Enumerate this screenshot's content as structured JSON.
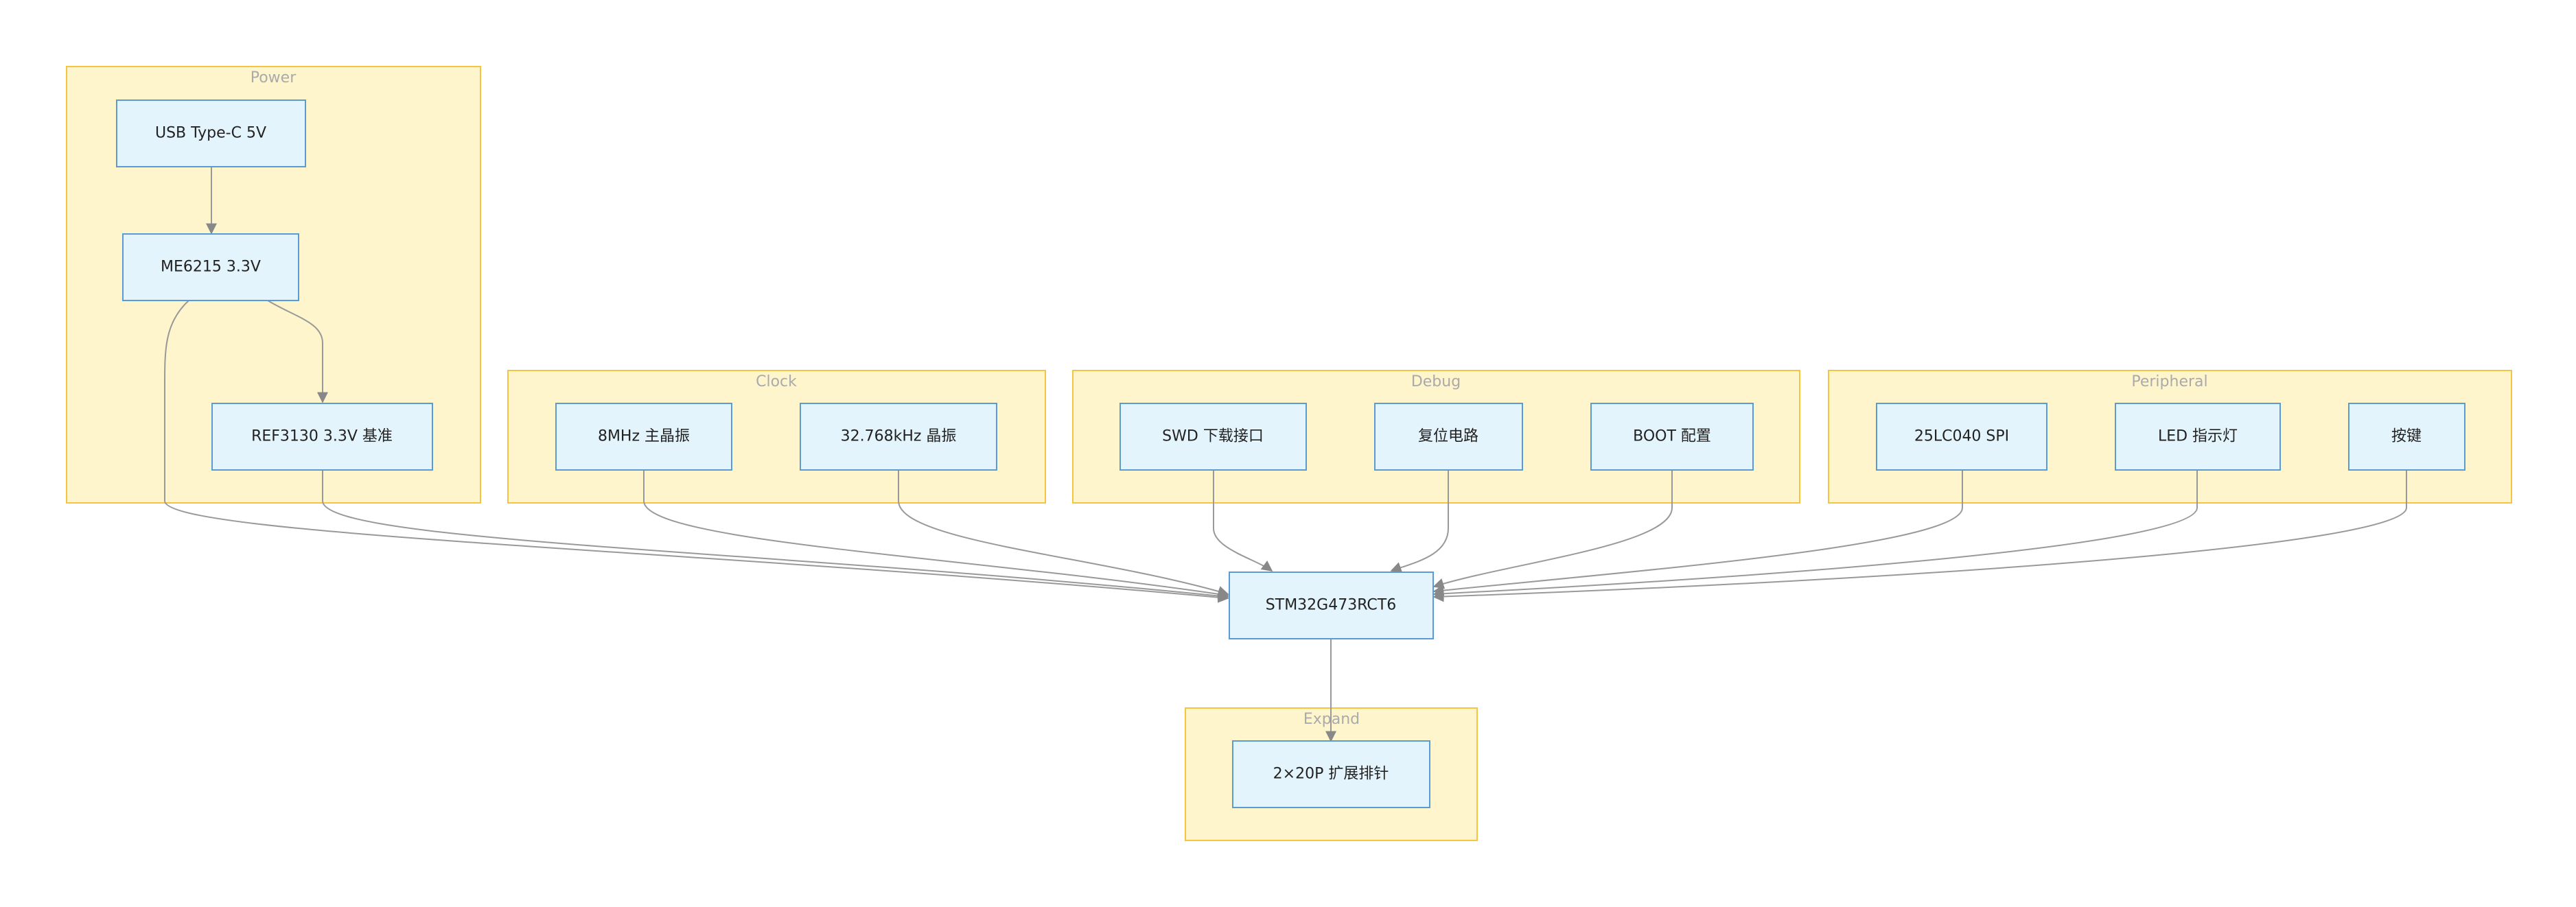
{
  "diagram": {
    "clusters": [
      {
        "id": "power",
        "label": "Power"
      },
      {
        "id": "clock",
        "label": "Clock"
      },
      {
        "id": "debug",
        "label": "Debug"
      },
      {
        "id": "peripheral",
        "label": "Peripheral"
      },
      {
        "id": "expand",
        "label": "Expand"
      }
    ],
    "nodes": [
      {
        "id": "usb",
        "cluster": "power",
        "label": "USB Type-C 5V"
      },
      {
        "id": "ldo",
        "cluster": "power",
        "label": "ME6215 3.3V"
      },
      {
        "id": "ref",
        "cluster": "power",
        "label": "REF3130 3.3V 基准"
      },
      {
        "id": "hse",
        "cluster": "clock",
        "label": "8MHz 主晶振"
      },
      {
        "id": "lse",
        "cluster": "clock",
        "label": "32.768kHz 晶振"
      },
      {
        "id": "swd",
        "cluster": "debug",
        "label": "SWD 下载接口"
      },
      {
        "id": "rst",
        "cluster": "debug",
        "label": "复位电路"
      },
      {
        "id": "boot",
        "cluster": "debug",
        "label": "BOOT 配置"
      },
      {
        "id": "eep",
        "cluster": "peripheral",
        "label": "25LC040 SPI"
      },
      {
        "id": "led",
        "cluster": "peripheral",
        "label": "LED 指示灯"
      },
      {
        "id": "key",
        "cluster": "peripheral",
        "label": "按键"
      },
      {
        "id": "mcu",
        "cluster": "",
        "label": "STM32G473RCT6"
      },
      {
        "id": "hdr",
        "cluster": "expand",
        "label": "2×20P 扩展排针"
      }
    ],
    "edges": [
      {
        "from": "usb",
        "to": "ldo"
      },
      {
        "from": "ldo",
        "to": "ref"
      },
      {
        "from": "ldo",
        "to": "mcu"
      },
      {
        "from": "ref",
        "to": "mcu"
      },
      {
        "from": "hse",
        "to": "mcu"
      },
      {
        "from": "lse",
        "to": "mcu"
      },
      {
        "from": "swd",
        "to": "mcu"
      },
      {
        "from": "rst",
        "to": "mcu"
      },
      {
        "from": "boot",
        "to": "mcu"
      },
      {
        "from": "eep",
        "to": "mcu"
      },
      {
        "from": "led",
        "to": "mcu"
      },
      {
        "from": "key",
        "to": "mcu"
      },
      {
        "from": "mcu",
        "to": "hdr"
      }
    ]
  }
}
